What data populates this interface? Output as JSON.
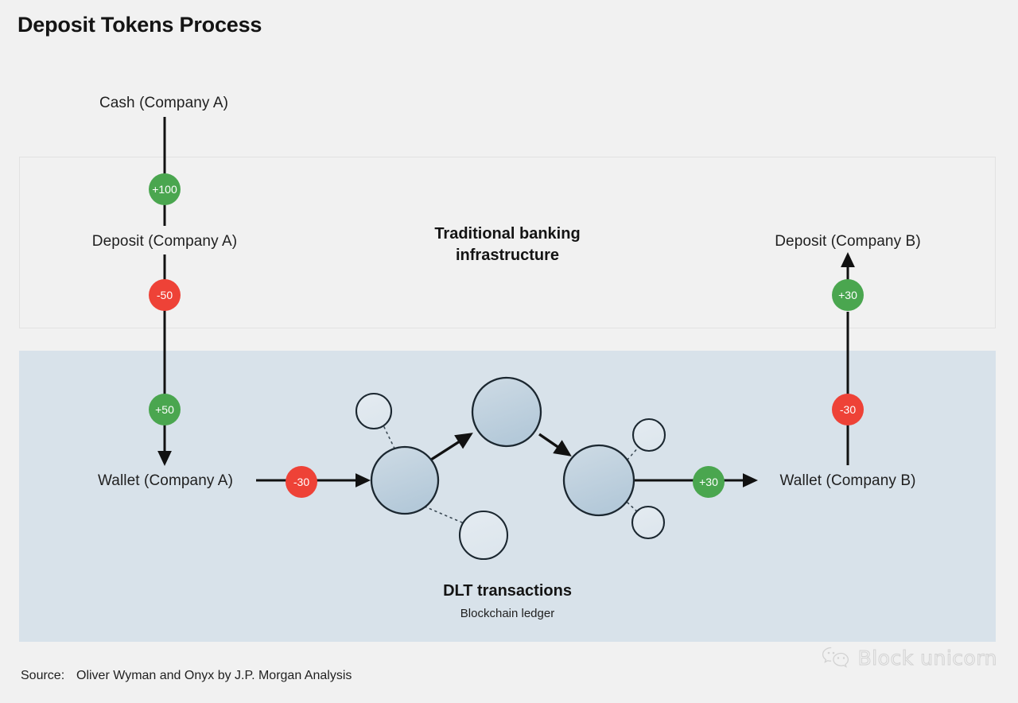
{
  "title": "Deposit Tokens Process",
  "bands": {
    "traditional": {
      "heading_line1": "Traditional banking",
      "heading_line2": "infrastructure"
    },
    "dlt": {
      "heading": "DLT transactions",
      "subheading": "Blockchain ledger"
    }
  },
  "nodes": {
    "cash_a": "Cash (Company A)",
    "deposit_a": "Deposit (Company A)",
    "wallet_a": "Wallet (Company A)",
    "deposit_b": "Deposit (Company B)",
    "wallet_b": "Wallet (Company B)"
  },
  "badges": {
    "cash_to_deposit_a": "+100",
    "deposit_a_out": "-50",
    "wallet_a_in": "+50",
    "wallet_a_out": "-30",
    "wallet_b_in": "+30",
    "wallet_b_out": "-30",
    "deposit_b_in": "+30"
  },
  "colors": {
    "positive": "#4aa64f",
    "negative": "#ee4237",
    "dlt_band": "#d8e2ea",
    "node_fill": "#bdd0de",
    "page_bg": "#f1f1f1"
  },
  "footer": {
    "source_label": "Source:",
    "source_value": "Oliver Wyman and Onyx by J.P. Morgan Analysis"
  },
  "watermark": {
    "text": "Block unicorn"
  },
  "chart_data": {
    "type": "diagram",
    "title": "Deposit Tokens Process",
    "description": "Flow diagram showing value movement from Company A cash through traditional banking deposits into DLT wallets and on to Company B.",
    "flows": [
      {
        "from": "Cash (Company A)",
        "to": "Deposit (Company A)",
        "amount": "+100",
        "sign": "positive",
        "layer": "traditional"
      },
      {
        "from": "Deposit (Company A)",
        "to": "Wallet (Company A)",
        "amount": "-50",
        "sign": "negative",
        "layer": "traditional"
      },
      {
        "from": "Deposit (Company A)",
        "to": "Wallet (Company A)",
        "amount": "+50",
        "sign": "positive",
        "layer": "dlt"
      },
      {
        "from": "Wallet (Company A)",
        "to": "DLT node 1",
        "amount": "-30",
        "sign": "negative",
        "layer": "dlt"
      },
      {
        "from": "DLT node 3",
        "to": "Wallet (Company B)",
        "amount": "+30",
        "sign": "positive",
        "layer": "dlt"
      },
      {
        "from": "Wallet (Company B)",
        "to": "Deposit (Company B)",
        "amount": "-30",
        "sign": "negative",
        "layer": "dlt"
      },
      {
        "from": "Wallet (Company B)",
        "to": "Deposit (Company B)",
        "amount": "+30",
        "sign": "positive",
        "layer": "traditional"
      }
    ],
    "ledger_nodes": {
      "primary_count": 3,
      "peripheral_count": 4
    }
  }
}
